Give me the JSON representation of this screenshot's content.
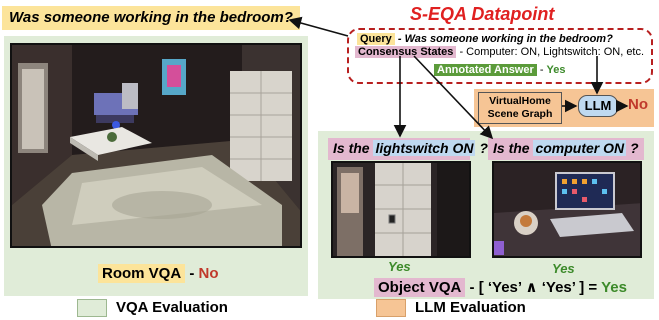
{
  "query_banner": "Was someone working in the bedroom?",
  "datapoint": {
    "title": "S-EQA Datapoint",
    "query_label": "Query",
    "query_text": "- Was someone working in the bedroom?",
    "consensus_label": "Consensus States",
    "consensus_text": "- Computer: ON, Lightswitch: ON, etc.",
    "answer_label": "Annotated Answer",
    "answer_sep": " - ",
    "answer_value": "Yes"
  },
  "llm_branch": {
    "scene_graph_line1": "VirtualHome",
    "scene_graph_line2": "Scene Graph",
    "llm_label": "LLM",
    "result": "No"
  },
  "room_vqa": {
    "label": "Room VQA",
    "sep": " - ",
    "result": "No"
  },
  "object_questions": [
    {
      "prefix": "Is the ",
      "highlight": "lightswitch ON",
      "suffix": " ?",
      "answer": "Yes"
    },
    {
      "prefix": "Is the ",
      "highlight": "computer ON",
      "suffix": " ?",
      "answer": "Yes"
    }
  ],
  "object_vqa": {
    "label": "Object VQA",
    "formula": " - [ ‘Yes’ ∧ ‘Yes’ ] = ",
    "result": "Yes"
  },
  "legend": {
    "vqa": "VQA Evaluation",
    "llm": "LLM Evaluation"
  },
  "colors": {
    "vqa_panel": "#e0ecd8",
    "llm_panel": "#f6c595",
    "title_red": "#e02020",
    "yes_green": "#3c8a2a",
    "no_red": "#c0392b"
  }
}
